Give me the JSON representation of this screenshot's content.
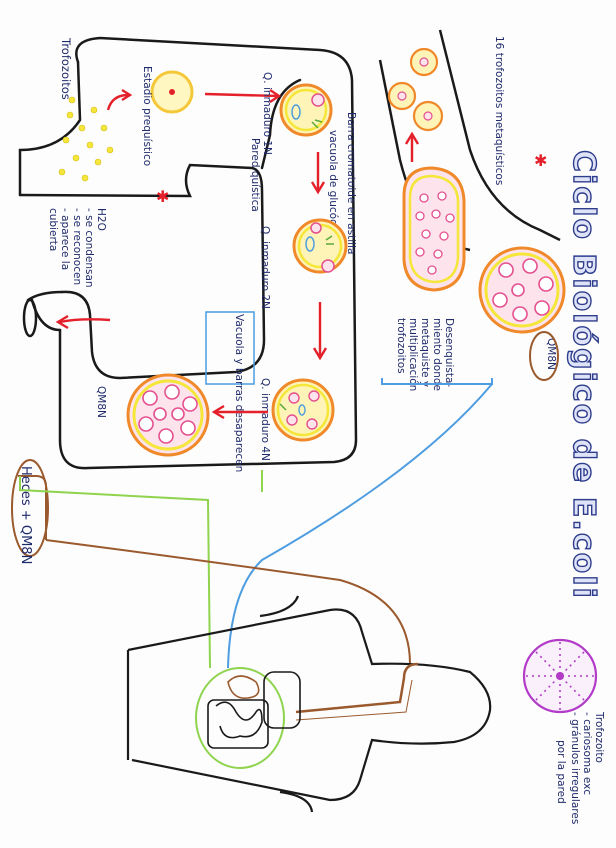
{
  "title": "Ciclo Biológico de E.coli",
  "labels": {
    "trofozoitos_top": "Trofozoitos",
    "estadio": "Estadio prequístico",
    "q_inmaduro_1n": "Q. inmaduro 1N",
    "pared_quistica": "Pared quística",
    "barra_cromatoide": "Barra cromatoide en astilla",
    "vacuola_glucogeno": "vacuola de glucógeno",
    "q_inmaduro_2n": "Q. inmaduro 2N",
    "q_inmaduro_4n": "Q. inmaduro 4N",
    "vacuola_barras": "Vacuola y barras desaparecen",
    "qm8n_intestine": "QM8N",
    "heces": "Heces + QM8N",
    "h2o_notes": [
      "H2O",
      "- se condensan",
      "- se reconocen",
      "- aparece la",
      "cubierta"
    ],
    "trofozoitos_metaquisticos": "16 trofozoitos metaquísticos",
    "qm8n_right": "QM8N",
    "desenquistamiento": [
      "Desenquista-",
      "miento donde",
      "metaquiste y",
      "multiplicación",
      "trofozoitos"
    ],
    "trofozoito_info": [
      "Trofozoito",
      "- cariosoma exc",
      "- gránulos irregulares",
      "por la pared"
    ]
  },
  "colors": {
    "outline": "#1a1a1a",
    "arrow_red": "#e4202a",
    "cyst_orange": "#f0892a",
    "cyst_yellow": "#f5e63a",
    "nucleus_pink": "#e4508e",
    "cyst_fill": "#fde3ec",
    "green_path": "#8fd34f",
    "blue_path": "#4d9de0",
    "brown_path": "#9b5a2e",
    "violet": "#b23cc7",
    "ink_blue": "#1f2a6b"
  },
  "icons": [
    "trophozoite-icon",
    "cyst-icon",
    "human-body-icon",
    "intestine-icon",
    "arrow-icon"
  ]
}
